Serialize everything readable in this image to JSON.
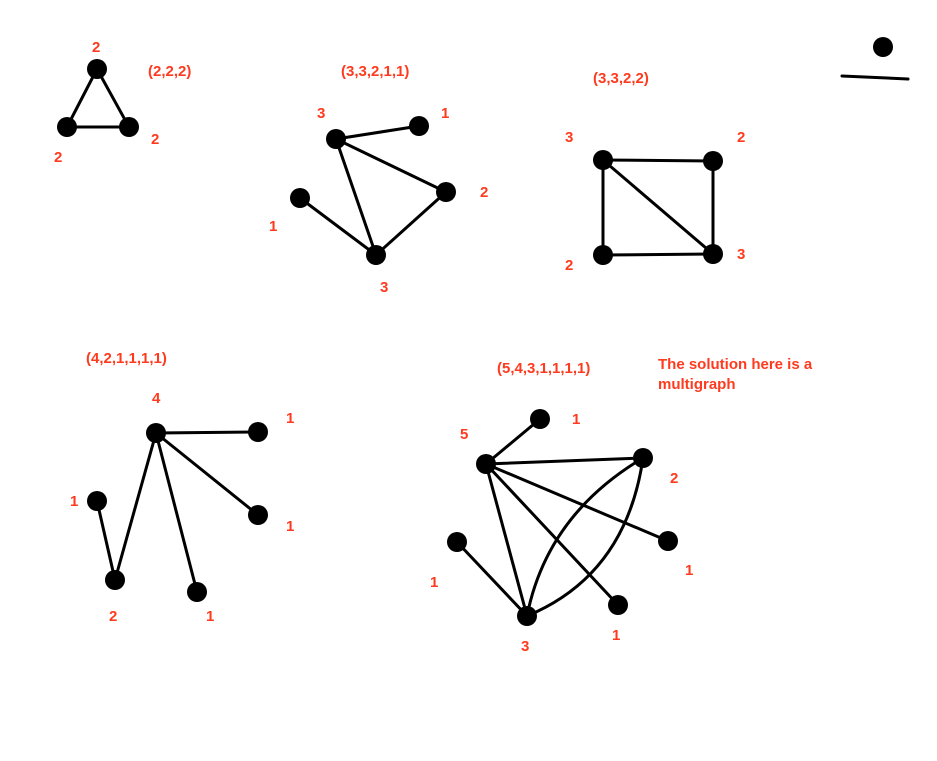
{
  "colors": {
    "label": "#ff3b1f",
    "ink": "#000000",
    "background": "#ffffff"
  },
  "note": {
    "line1": "The solution here is a",
    "line2": "multigraph"
  },
  "graphs": [
    {
      "id": "g1",
      "sequence": "(2,2,2)",
      "degrees": [
        "2",
        "2",
        "2"
      ]
    },
    {
      "id": "g2",
      "sequence": "(3,3,2,1,1)",
      "degrees": [
        "3",
        "1",
        "2",
        "1",
        "3"
      ]
    },
    {
      "id": "g3",
      "sequence": "(3,3,2,2)",
      "degrees": [
        "3",
        "2",
        "2",
        "3"
      ]
    },
    {
      "id": "g4",
      "sequence": "(4,2,1,1,1,1)",
      "degrees": [
        "4",
        "1",
        "1",
        "1",
        "2",
        "1"
      ]
    },
    {
      "id": "g5",
      "sequence": "(5,4,3,1,1,1,1)",
      "degrees": [
        "5",
        "1",
        "2",
        "1",
        "1",
        "3",
        "1"
      ]
    }
  ]
}
